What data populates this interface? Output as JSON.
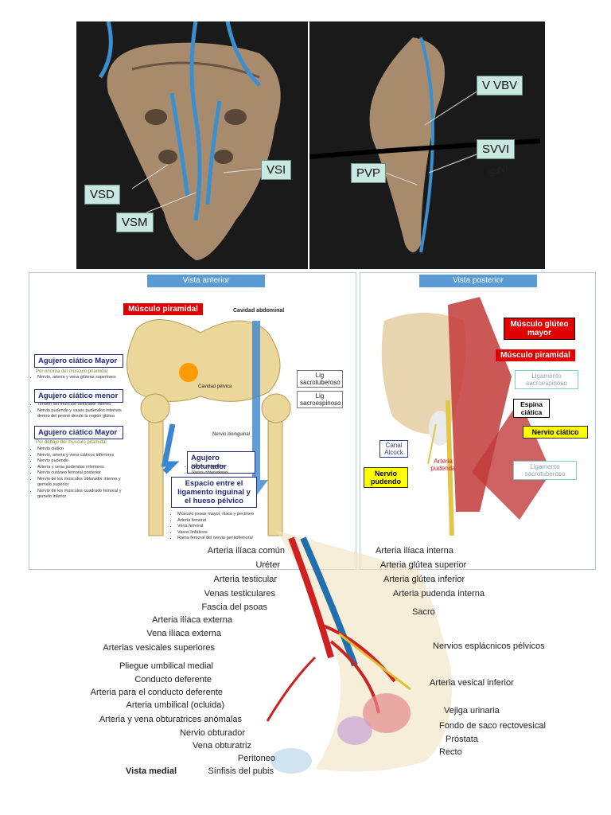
{
  "top_images": {
    "left_labels": {
      "vsd": "VSD",
      "vsi": "VSI",
      "vsm": "VSM"
    },
    "right_labels": {
      "vvbv": "V VBV",
      "svvi": "SVVI",
      "pvp": "PVP",
      "svvi_hand": "SVVI"
    }
  },
  "anterior_panel": {
    "title": "Vista anterior",
    "musculo_piramidal": "Músculo piramidal",
    "cavidad_abdominal": "Cavidad abdominal",
    "agujero_ciatico_mayor_1": "Agujero ciático Mayor",
    "por_encima": "Por encima del músculo piramidal",
    "por_encima_items": [
      "Nervio, arteria y vena glúteos superiores"
    ],
    "agujero_ciatico_menor": "Agujero ciático menor",
    "menor_items": [
      "Tendón del músculo obturador interno",
      "Nervio pudendo y vasos pudendos internos dentro del periné desde la región glútea"
    ],
    "agujero_ciatico_mayor_2": "Agujero ciático Mayor",
    "por_debajo": "Por debajo del músculo piramidal",
    "por_debajo_items": [
      "Nervio ciático",
      "Nervio, arteria y vena ciáticos inferiores",
      "Nervio pudendo",
      "Arteria y vena pudendas inferiores",
      "Nervio cutáneo femoral posterior",
      "Nervio de los músculos obturador interno y gemelo superior",
      "Nervio de los músculos cuadrado femoral y gemelo inferior"
    ],
    "cavidad_pelvica": "Cavidad pélvica",
    "lig_sacrotuberoso": "Lig sacrotuberoso",
    "lig_sacroespinoso": "Lig sacroespinoso",
    "nervio_ilioinguinal": "Nervio ilioinguinal",
    "agujero_obturador": "Agujero obturador",
    "obturador_items": [
      "Nervio obturador",
      "Vasos obturadores"
    ],
    "espacio": "Espacio entre el ligamento inguinal y el hueso pélvico",
    "espacio_items": [
      "Músculo psoas mayor, ilíaco y pectíneo",
      "Arteria femoral",
      "Vena femoral",
      "Vasos linfáticos",
      "Rama femoral del nervio genitofemoral"
    ]
  },
  "posterior_panel": {
    "title": "Vista posterior",
    "gluteo_mayor": "Músculo glúteo mayor",
    "musculo_piramidal": "Músculo piramidal",
    "lig_sacroespinoso": "Ligamento sacroespinoso",
    "espina_ciatica": "Espina ciática",
    "nervio_ciatico": "Nervio ciático",
    "canal_alcock": "Canal Alcock",
    "arteria_pudenda": "Arteria pudenda",
    "nervio_pudendo": "Nervio pudendo",
    "lig_sacrotuberoso": "Ligamento sacrotuberoso"
  },
  "medial_view": {
    "left_labels": [
      "Arteria ilíaca común",
      "Uréter",
      "Arteria testicular",
      "Venas testiculares",
      "Fascia del psoas",
      "Arteria ilíaca externa",
      "Vena ilíaca externa",
      "Arterias vesicales superiores",
      "Pliegue umbilical medial",
      "Conducto deferente",
      "Arteria para el conducto deferente",
      "Arteria umbilical (ocluida)",
      "Arteria y vena obturatrices anómalas",
      "Nervio obturador",
      "Vena obturatriz",
      "Peritoneo",
      "Sínfisis del pubis"
    ],
    "right_labels": [
      "Arteria ilíaca interna",
      "Arteria glútea superior",
      "Arteria glútea inferior",
      "Arteria pudenda interna",
      "Sacro",
      "Nervios esplácnicos pélvicos",
      "Arteria vesical inferior",
      "Vejiga urinaria",
      "Fondo de saco rectovesical",
      "Próstata",
      "Recto"
    ],
    "vista_medial": "Vista medial"
  }
}
